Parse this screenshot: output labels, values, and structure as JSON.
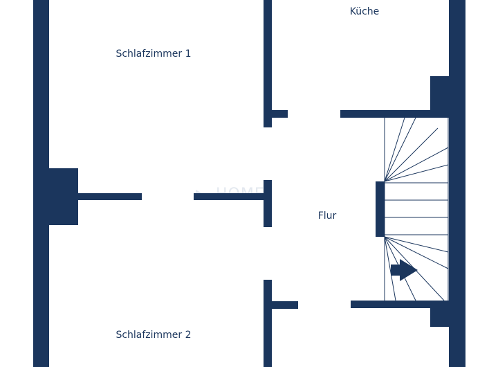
{
  "floorplan": {
    "wall_color": "#1b365d",
    "background_color": "#ffffff",
    "watermark_text": "HOME",
    "rooms": {
      "schlafzimmer1": "Schlafzimmer 1",
      "kueche": "Küche",
      "flur": "Flur",
      "schlafzimmer2": "Schlafzimmer 2"
    }
  }
}
